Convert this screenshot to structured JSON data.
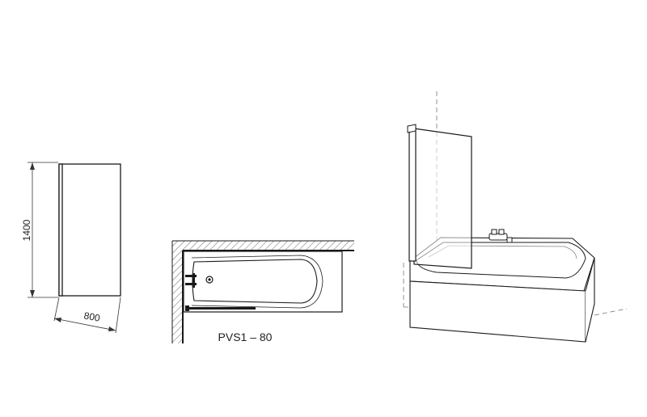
{
  "dimensions": {
    "height_label": "1400",
    "width_label": "800"
  },
  "plan": {
    "model_label": "PVS1 – 80"
  },
  "colors": {
    "line": "#1a1a1a",
    "hatch": "#555555",
    "dashed": "#777777"
  }
}
